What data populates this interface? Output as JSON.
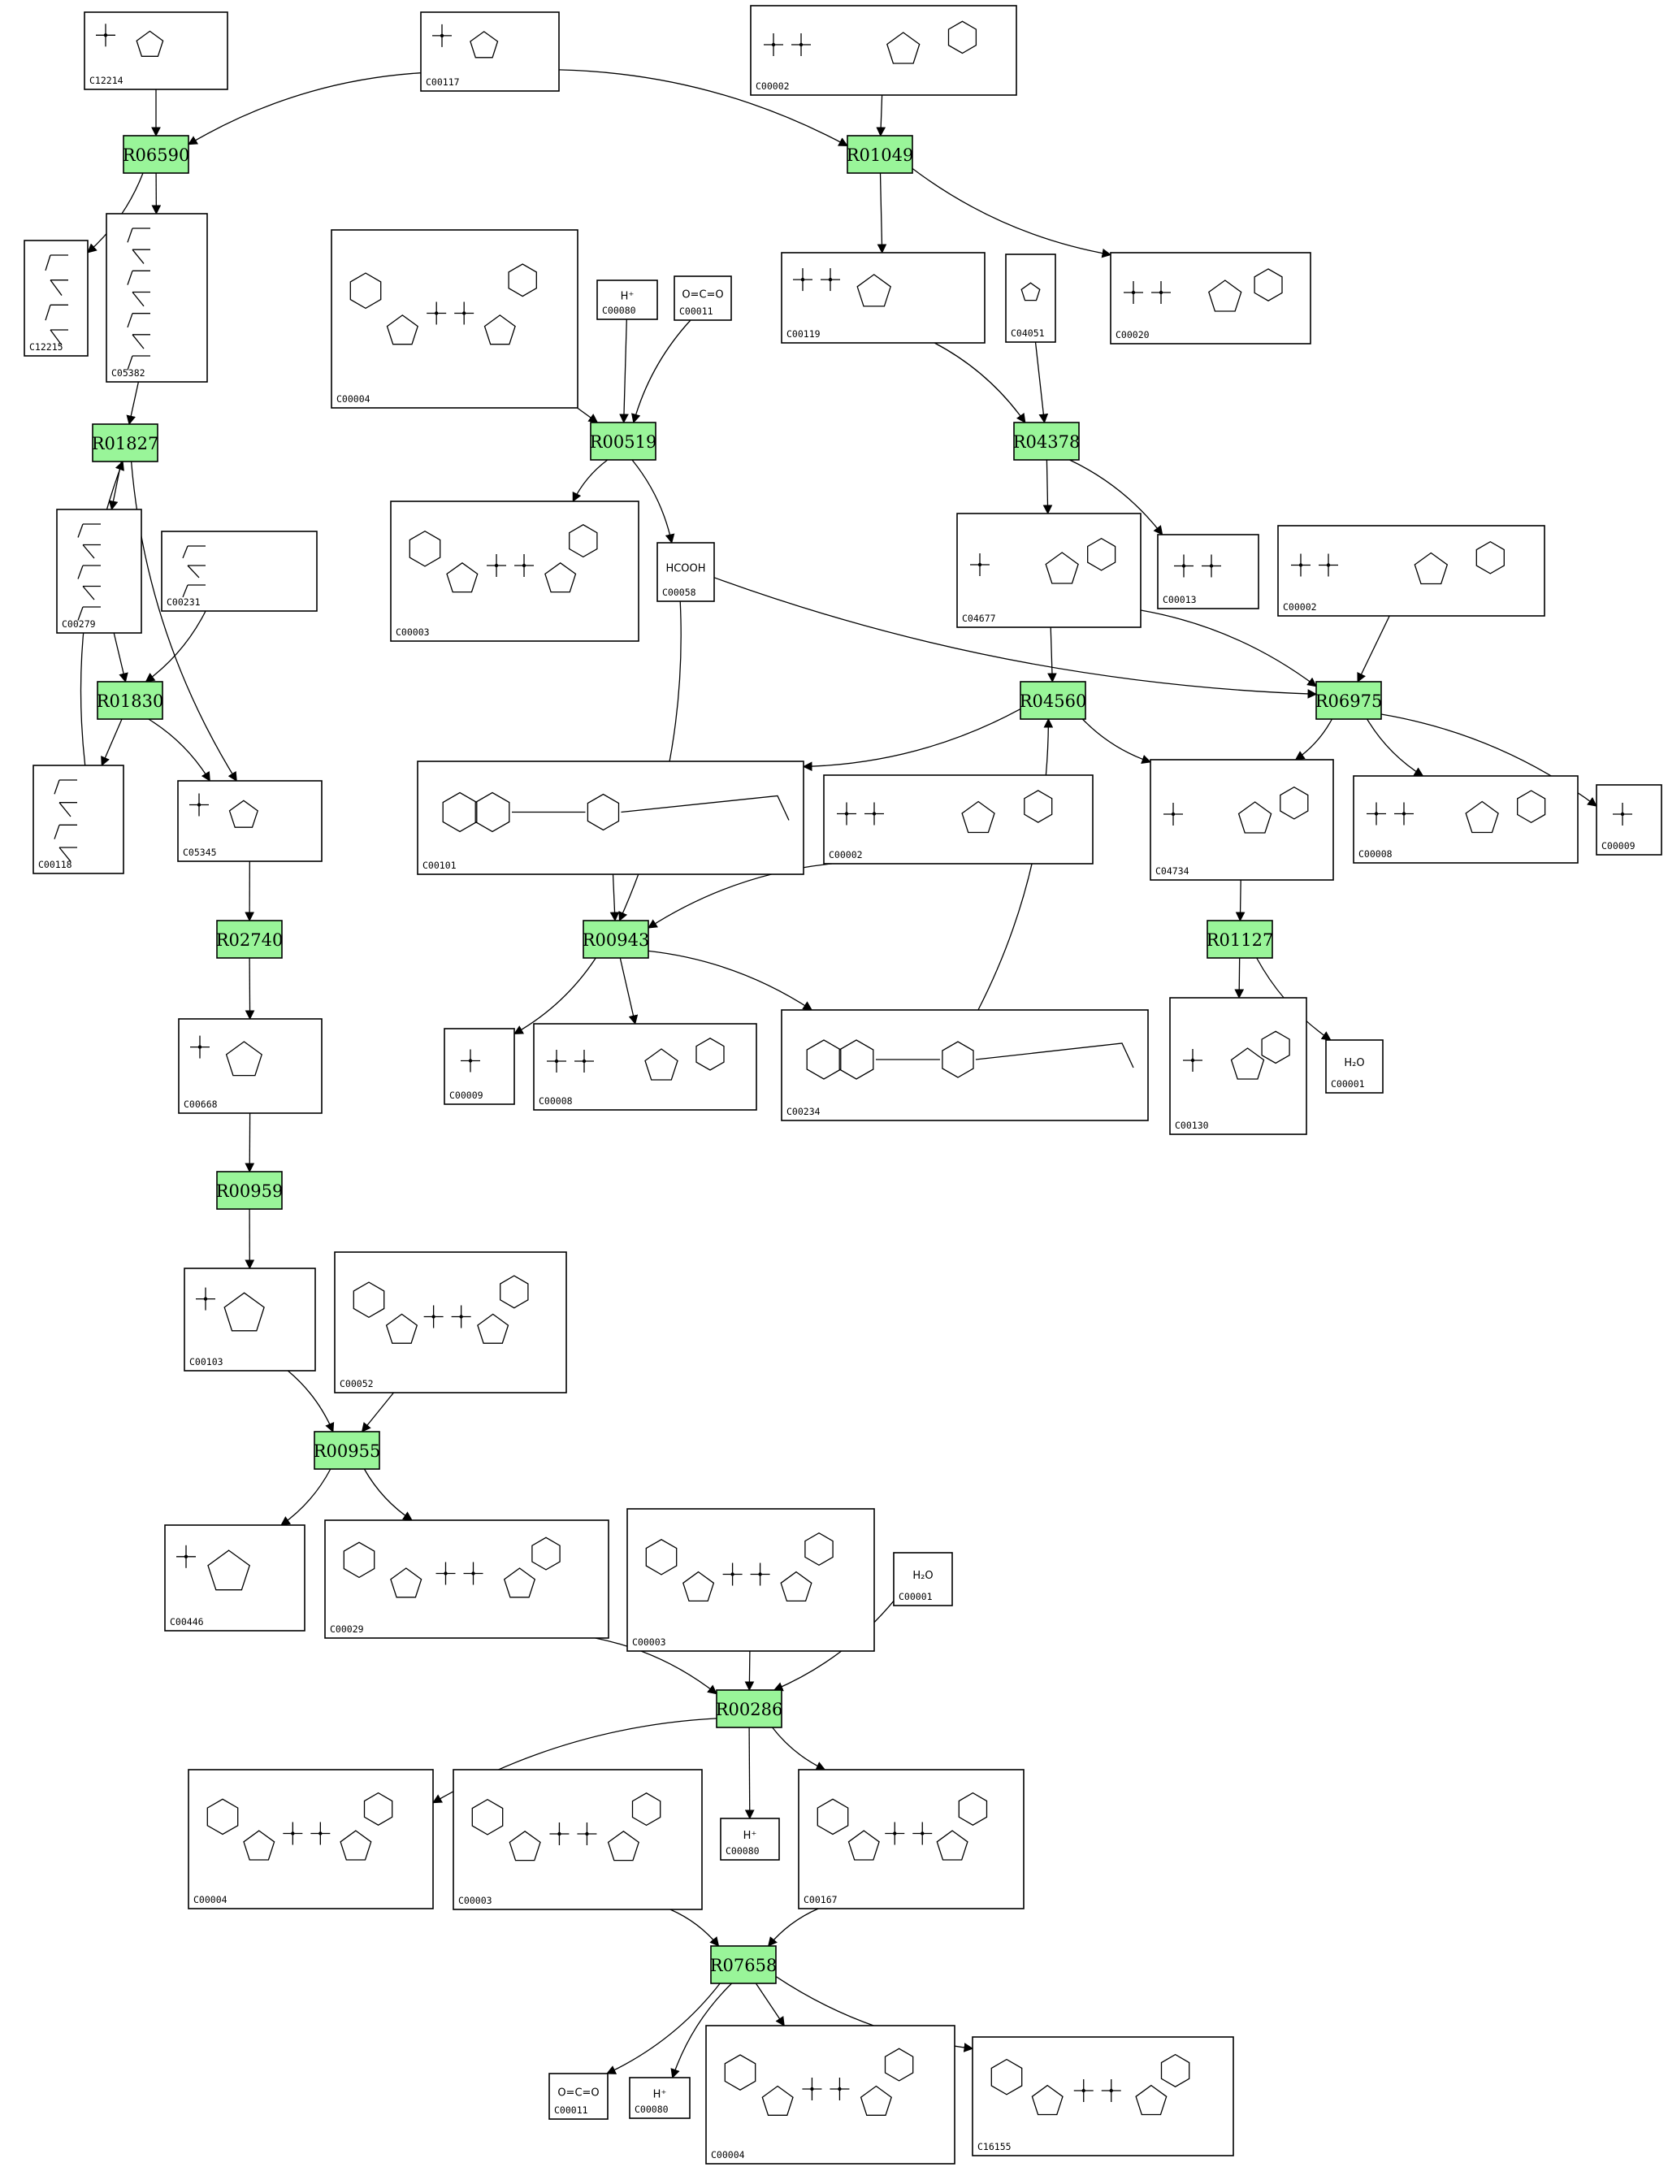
{
  "reactions": [
    {
      "id": "R06590",
      "label": "R06590"
    },
    {
      "id": "R01049",
      "label": "R01049"
    },
    {
      "id": "R00519",
      "label": "R00519"
    },
    {
      "id": "R04378",
      "label": "R04378"
    },
    {
      "id": "R01827",
      "label": "R01827"
    },
    {
      "id": "R01830",
      "label": "R01830"
    },
    {
      "id": "R04560",
      "label": "R04560"
    },
    {
      "id": "R06975",
      "label": "R06975"
    },
    {
      "id": "R02740",
      "label": "R02740"
    },
    {
      "id": "R00943",
      "label": "R00943"
    },
    {
      "id": "R01127",
      "label": "R01127"
    },
    {
      "id": "R00959",
      "label": "R00959"
    },
    {
      "id": "R00955",
      "label": "R00955"
    },
    {
      "id": "R00286",
      "label": "R00286"
    },
    {
      "id": "R07658",
      "label": "R07658"
    }
  ],
  "compounds": [
    {
      "key": "C12214",
      "label": "C12214",
      "kind": "sugar"
    },
    {
      "key": "C00117",
      "label": "C00117",
      "kind": "sugar"
    },
    {
      "key": "C00002a",
      "label": "C00002",
      "kind": "nucleotide"
    },
    {
      "key": "C12215",
      "label": "C12215",
      "kind": "chain"
    },
    {
      "key": "C05382",
      "label": "C05382",
      "kind": "chain"
    },
    {
      "key": "C00004a",
      "label": "C00004",
      "kind": "dinucleotide"
    },
    {
      "key": "C00080a",
      "label": "C00080",
      "kind": "ion",
      "glyph": "H⁺"
    },
    {
      "key": "C00011a",
      "label": "C00011",
      "kind": "small",
      "glyph": "O=C=O"
    },
    {
      "key": "C00119",
      "label": "C00119",
      "kind": "sugar"
    },
    {
      "key": "C04051",
      "label": "C04051",
      "kind": "ring"
    },
    {
      "key": "C00020",
      "label": "C00020",
      "kind": "nucleotide"
    },
    {
      "key": "C00279",
      "label": "C00279",
      "kind": "chain"
    },
    {
      "key": "C00231",
      "label": "C00231",
      "kind": "chain"
    },
    {
      "key": "C00003a",
      "label": "C00003",
      "kind": "dinucleotide"
    },
    {
      "key": "C00058",
      "label": "C00058",
      "kind": "small",
      "glyph": "HCOOH"
    },
    {
      "key": "C04677",
      "label": "C04677",
      "kind": "nucleotide"
    },
    {
      "key": "C00013",
      "label": "C00013",
      "kind": "phosphate"
    },
    {
      "key": "C00002b",
      "label": "C00002",
      "kind": "nucleotide"
    },
    {
      "key": "C00118",
      "label": "C00118",
      "kind": "chain"
    },
    {
      "key": "C05345",
      "label": "C05345",
      "kind": "sugar"
    },
    {
      "key": "C00101",
      "label": "C00101",
      "kind": "folate"
    },
    {
      "key": "C00002c",
      "label": "C00002",
      "kind": "nucleotide"
    },
    {
      "key": "C04734",
      "label": "C04734",
      "kind": "nucleotide"
    },
    {
      "key": "C00008a",
      "label": "C00008",
      "kind": "nucleotide"
    },
    {
      "key": "C00009a",
      "label": "C00009",
      "kind": "phosphate"
    },
    {
      "key": "C00668",
      "label": "C00668",
      "kind": "sugar"
    },
    {
      "key": "C00009b",
      "label": "C00009",
      "kind": "phosphate"
    },
    {
      "key": "C00008b",
      "label": "C00008",
      "kind": "nucleotide"
    },
    {
      "key": "C00234",
      "label": "C00234",
      "kind": "folate"
    },
    {
      "key": "C00130",
      "label": "C00130",
      "kind": "nucleotide"
    },
    {
      "key": "C00001a",
      "label": "C00001",
      "kind": "small",
      "glyph": "H₂O"
    },
    {
      "key": "C00103",
      "label": "C00103",
      "kind": "sugar"
    },
    {
      "key": "C00052",
      "label": "C00052",
      "kind": "dinucleotide"
    },
    {
      "key": "C00446",
      "label": "C00446",
      "kind": "sugar"
    },
    {
      "key": "C00029",
      "label": "C00029",
      "kind": "dinucleotide"
    },
    {
      "key": "C00003b",
      "label": "C00003",
      "kind": "dinucleotide"
    },
    {
      "key": "C00001b",
      "label": "C00001",
      "kind": "small",
      "glyph": "H₂O"
    },
    {
      "key": "C00004b",
      "label": "C00004",
      "kind": "dinucleotide"
    },
    {
      "key": "C00003c",
      "label": "C00003",
      "kind": "dinucleotide"
    },
    {
      "key": "C00080b",
      "label": "C00080",
      "kind": "ion",
      "glyph": "H⁺"
    },
    {
      "key": "C00167",
      "label": "C00167",
      "kind": "dinucleotide"
    },
    {
      "key": "C00011b",
      "label": "C00011",
      "kind": "small",
      "glyph": "O=C=O"
    },
    {
      "key": "C00080c",
      "label": "C00080",
      "kind": "ion",
      "glyph": "H⁺"
    },
    {
      "key": "C00004c",
      "label": "C00004",
      "kind": "dinucleotide"
    },
    {
      "key": "C16155",
      "label": "C16155",
      "kind": "dinucleotide"
    }
  ],
  "edges": [
    [
      "C12214",
      "R06590"
    ],
    [
      "C00117",
      "R06590"
    ],
    [
      "C00117",
      "R01049"
    ],
    [
      "C00002a",
      "R01049"
    ],
    [
      "R06590",
      "C12215"
    ],
    [
      "R06590",
      "C05382"
    ],
    [
      "R01049",
      "C00119"
    ],
    [
      "R01049",
      "C00020"
    ],
    [
      "C05382",
      "R01827"
    ],
    [
      "C00004a",
      "R00519"
    ],
    [
      "C00080a",
      "R00519"
    ],
    [
      "C00011a",
      "R00519"
    ],
    [
      "C00119",
      "R04378"
    ],
    [
      "C04051",
      "R04378"
    ],
    [
      "R01827",
      "C00279"
    ],
    [
      "R01827",
      "C05345"
    ],
    [
      "C00118",
      "R01827"
    ],
    [
      "R00519",
      "C00003a"
    ],
    [
      "R00519",
      "C00058"
    ],
    [
      "R04378",
      "C04677"
    ],
    [
      "R04378",
      "C00013"
    ],
    [
      "C00279",
      "R01830"
    ],
    [
      "C00231",
      "R01830"
    ],
    [
      "R01830",
      "C00118"
    ],
    [
      "R01830",
      "C05345"
    ],
    [
      "C00058",
      "R06975"
    ],
    [
      "C00058",
      "R00943"
    ],
    [
      "C04677",
      "R04560"
    ],
    [
      "C04677",
      "R06975"
    ],
    [
      "C00002b",
      "R06975"
    ],
    [
      "R04560",
      "C00101"
    ],
    [
      "R04560",
      "C04734"
    ],
    [
      "R06975",
      "C04734"
    ],
    [
      "R06975",
      "C00008a"
    ],
    [
      "R06975",
      "C00009a"
    ],
    [
      "C05345",
      "R02740"
    ],
    [
      "C00101",
      "R00943"
    ],
    [
      "C00002c",
      "R00943"
    ],
    [
      "C04734",
      "R01127"
    ],
    [
      "R02740",
      "C00668"
    ],
    [
      "R00943",
      "C00009b"
    ],
    [
      "R00943",
      "C00008b"
    ],
    [
      "R00943",
      "C00234"
    ],
    [
      "C00234",
      "R04560"
    ],
    [
      "R01127",
      "C00130"
    ],
    [
      "R01127",
      "C00001a"
    ],
    [
      "C00668",
      "R00959"
    ],
    [
      "R00959",
      "C00103"
    ],
    [
      "C00103",
      "R00955"
    ],
    [
      "C00052",
      "R00955"
    ],
    [
      "R00955",
      "C00446"
    ],
    [
      "R00955",
      "C00029"
    ],
    [
      "C00029",
      "R00286"
    ],
    [
      "C00003b",
      "R00286"
    ],
    [
      "C00001b",
      "R00286"
    ],
    [
      "R00286",
      "C00004b"
    ],
    [
      "R00286",
      "C00080b"
    ],
    [
      "R00286",
      "C00167"
    ],
    [
      "C00003c",
      "R07658"
    ],
    [
      "C00167",
      "R07658"
    ],
    [
      "R07658",
      "C00011b"
    ],
    [
      "R07658",
      "C00080c"
    ],
    [
      "R07658",
      "C00004c"
    ],
    [
      "R07658",
      "C16155"
    ]
  ]
}
